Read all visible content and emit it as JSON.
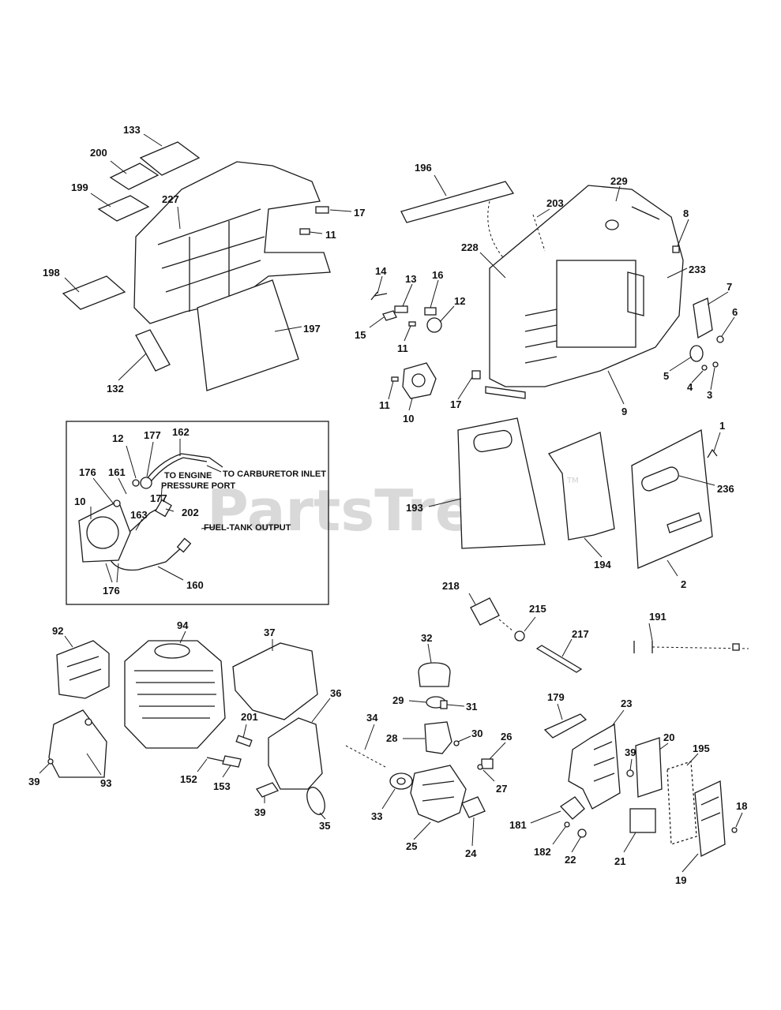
{
  "watermark": {
    "text": "PartsTree",
    "trademark": "TM"
  },
  "inset": {
    "notes": {
      "carb": "TO CARBURETOR INLET",
      "port1": "TO ENGINE",
      "port2": "PRESSURE PORT",
      "fuel": "FUEL-TANK OUTPUT"
    }
  },
  "labels": {
    "l133": "133",
    "l200": "200",
    "l199": "199",
    "l227": "227",
    "l198": "198",
    "l132": "132",
    "l197": "197",
    "l17a": "17",
    "l11a": "11",
    "l196": "196",
    "l203": "203",
    "l229": "229",
    "l8": "8",
    "l228": "228",
    "l233": "233",
    "l7": "7",
    "l6": "6",
    "l5": "5",
    "l4": "4",
    "l3": "3",
    "l9": "9",
    "l17b": "17",
    "l14": "14",
    "l13": "13",
    "l16": "16",
    "l12a": "12",
    "l15": "15",
    "l11b": "11",
    "l11c": "11",
    "l10a": "10",
    "l177a": "177",
    "l162": "162",
    "l12b": "12",
    "l176a": "176",
    "l161": "161",
    "l10b": "10",
    "l177b": "177",
    "l163": "163",
    "l202": "202",
    "l176b": "176",
    "l160": "160",
    "l193": "193",
    "l194": "194",
    "l1": "1",
    "l236": "236",
    "l2": "2",
    "l218": "218",
    "l215": "215",
    "l217": "217",
    "l191": "191",
    "l92": "92",
    "l94": "94",
    "l37": "37",
    "l36": "36",
    "l39a": "39",
    "l93": "93",
    "l201": "201",
    "l152": "152",
    "l153": "153",
    "l39b": "39",
    "l35": "35",
    "l32": "32",
    "l29": "29",
    "l31": "31",
    "l34": "34",
    "l28": "28",
    "l30": "30",
    "l26": "26",
    "l27": "27",
    "l33": "33",
    "l25": "25",
    "l24": "24",
    "l179": "179",
    "l23": "23",
    "l20": "20",
    "l195": "195",
    "l39c": "39",
    "l18": "18",
    "l181": "181",
    "l182": "182",
    "l22": "22",
    "l21": "21",
    "l19": "19"
  }
}
